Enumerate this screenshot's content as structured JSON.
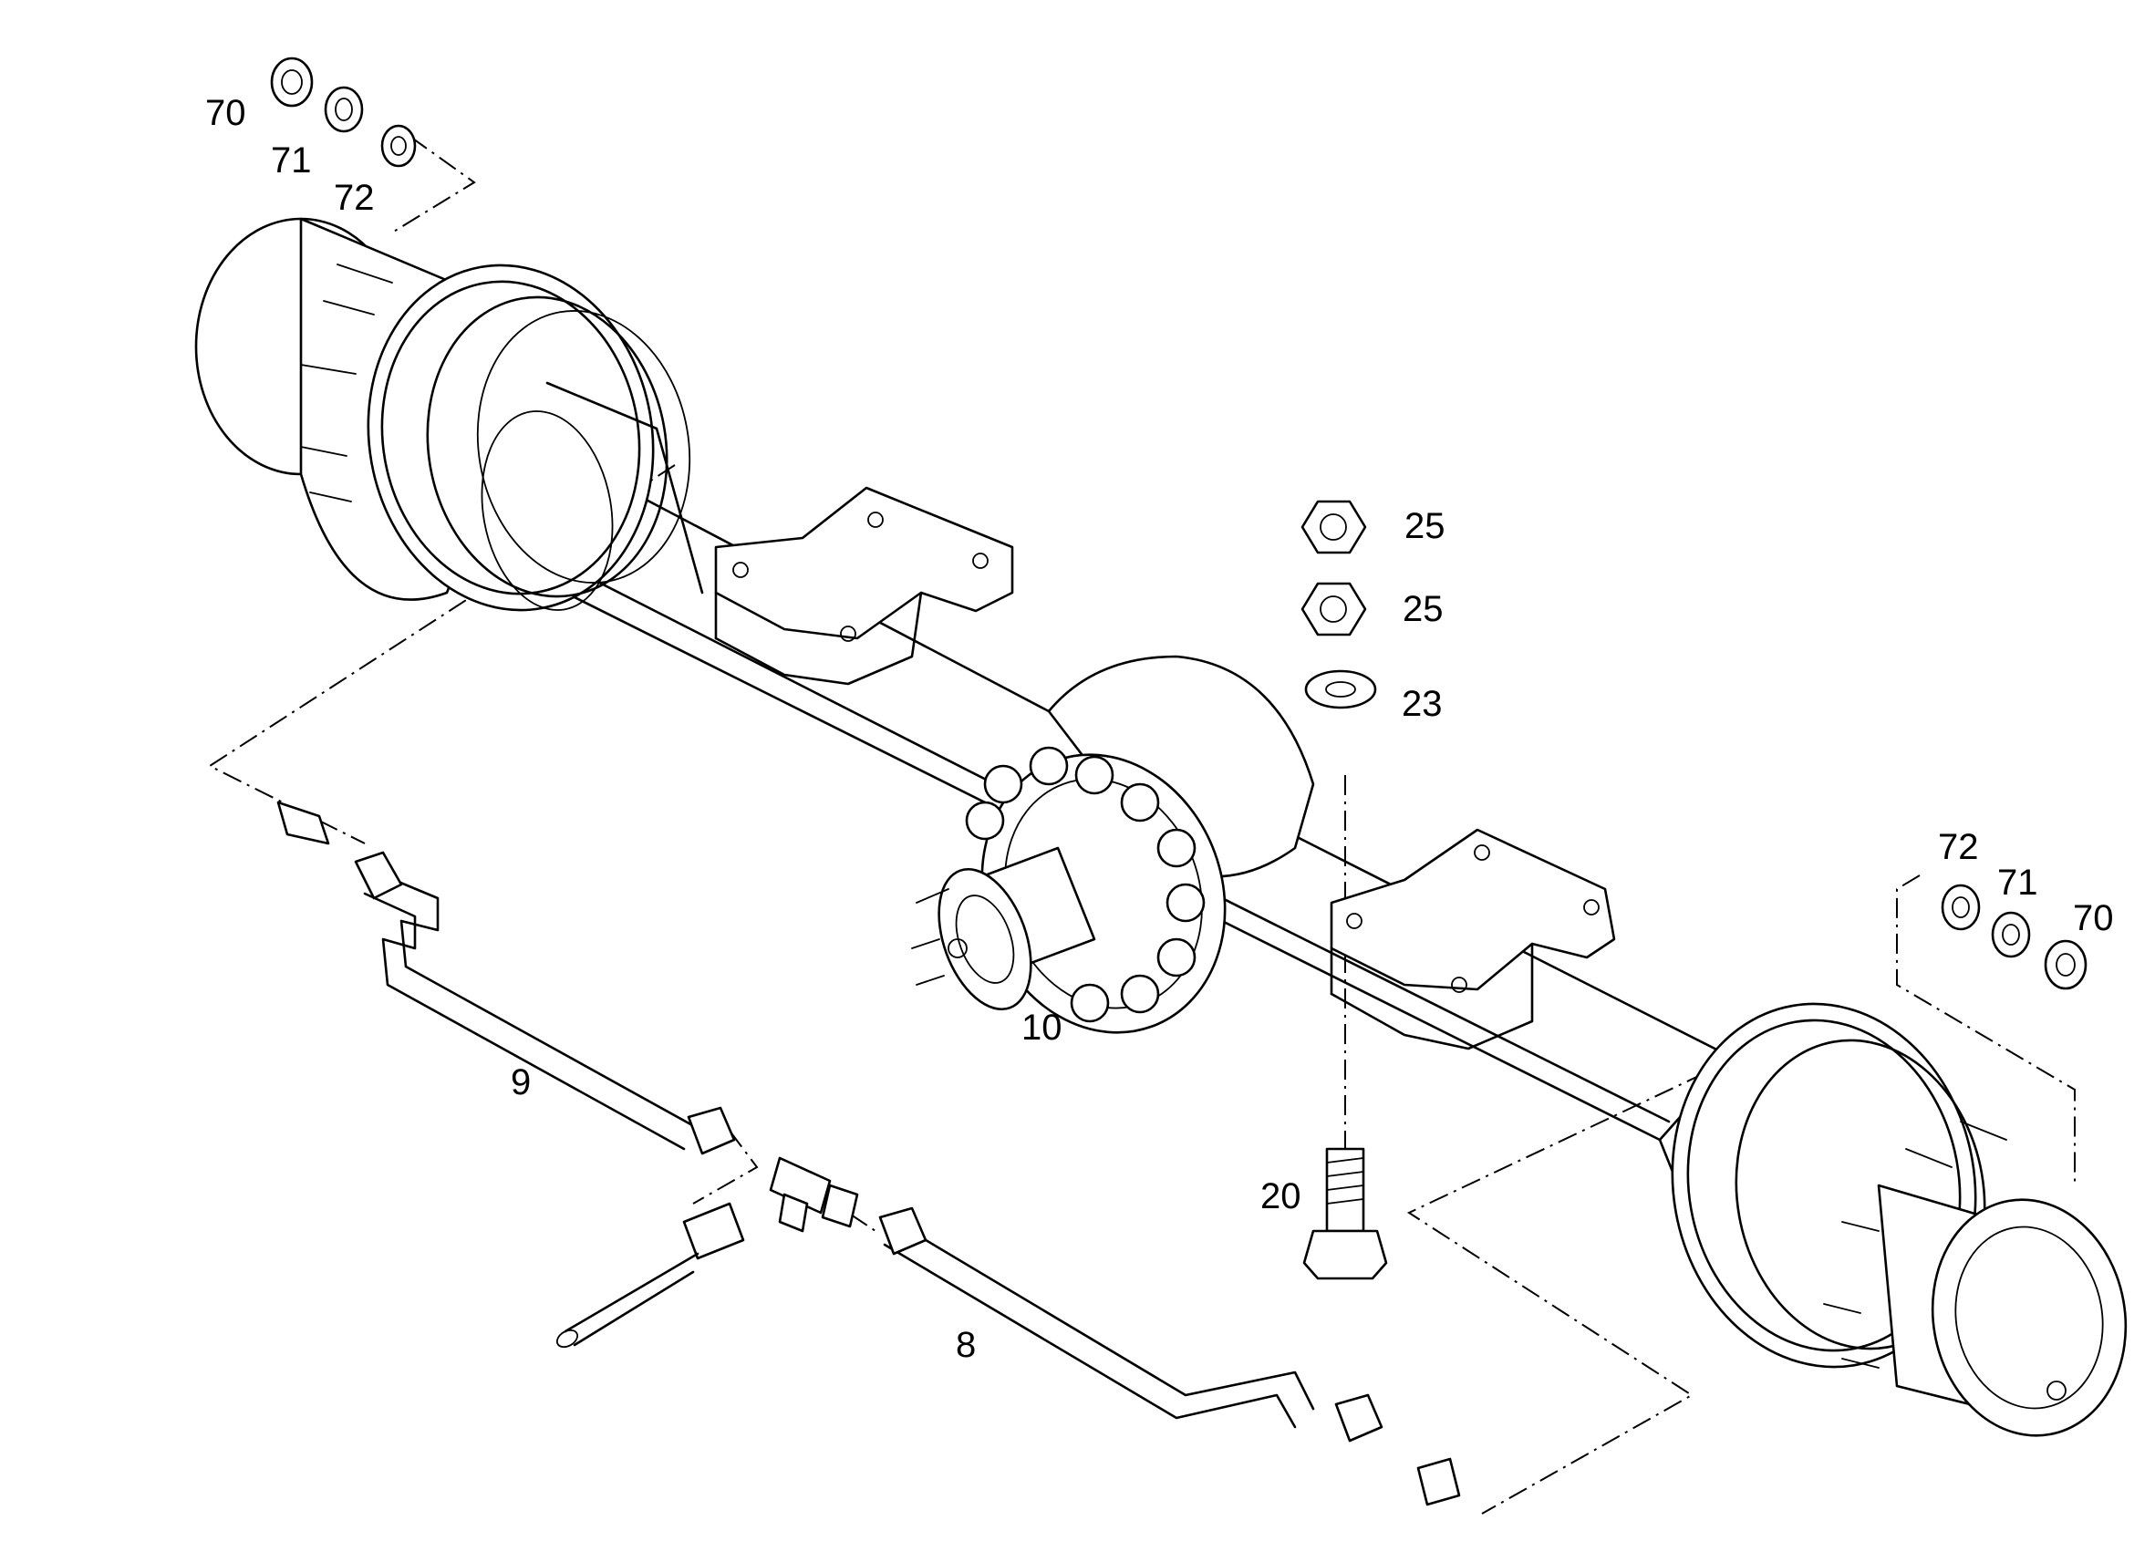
{
  "diagram": {
    "callouts": {
      "c70_top": "70",
      "c71_top": "71",
      "c72_top": "72",
      "c25_a": "25",
      "c25_b": "25",
      "c23": "23",
      "c20": "20",
      "c10": "10",
      "c9": "9",
      "c8": "8",
      "c72_right": "72",
      "c71_right": "71",
      "c70_right": "70"
    },
    "colors": {
      "line": "#000000",
      "background": "#ffffff"
    }
  }
}
